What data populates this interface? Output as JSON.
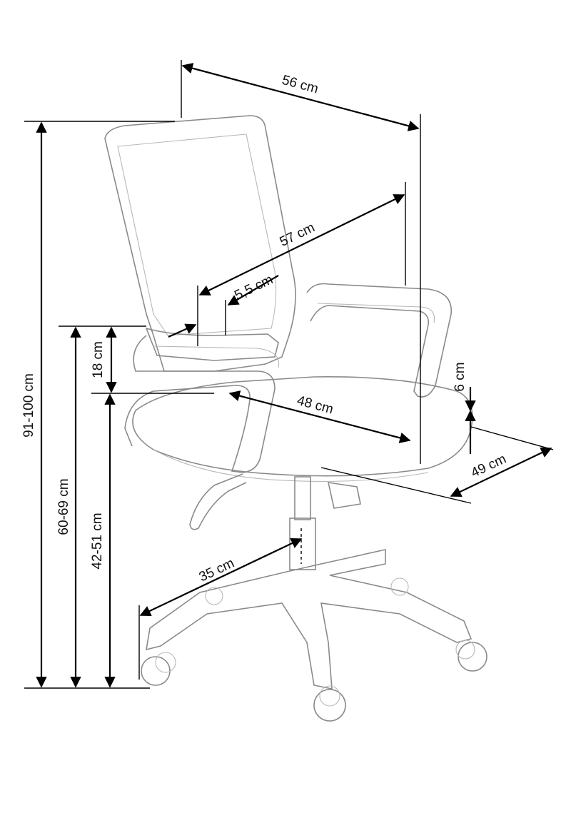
{
  "diagram": {
    "subject": "office-chair",
    "dimensions": {
      "total_height": "91-100 cm",
      "armrest_height": "60-69 cm",
      "seat_height": "42-51 cm",
      "armrest_above_seat": "18 cm",
      "overall_width": "56 cm",
      "backrest_height": "57 cm",
      "lumbar": "5,5 cm",
      "seat_width": "48 cm",
      "seat_thickness": "6 cm",
      "seat_depth": "49 cm",
      "base_radius": "35 cm"
    },
    "colors": {
      "dimension_lines": "#000000",
      "chair_outline": "#8a8a8a"
    }
  }
}
